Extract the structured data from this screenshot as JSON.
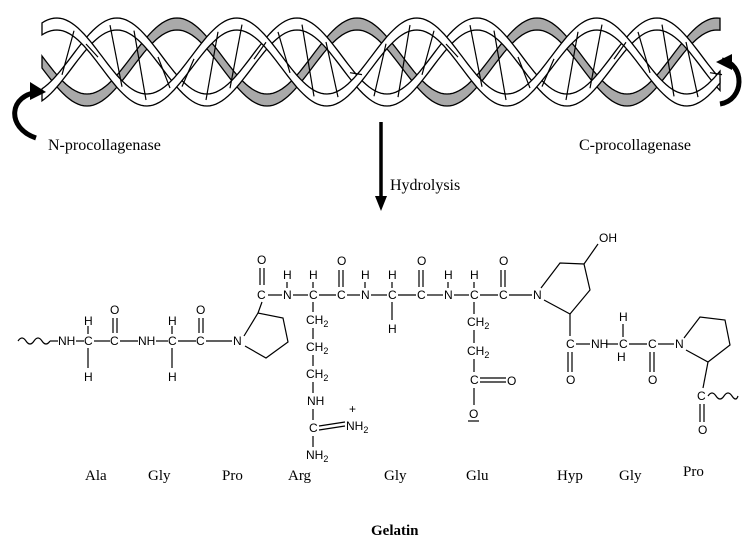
{
  "labels": {
    "n_enzyme": "N-procollagenase",
    "c_enzyme": "C-procollagenase",
    "process": "Hydrolysis",
    "product": "Gelatin"
  },
  "residues": [
    "Ala",
    "Gly",
    "Pro",
    "Arg",
    "Gly",
    "Glu",
    "Hyp",
    "Gly",
    "Pro"
  ],
  "atoms": {
    "nh": "NH",
    "n": "N",
    "h": "H",
    "c": "C",
    "o": "O",
    "ch2": "CH",
    "ch2_sub": "2",
    "oh": "OH",
    "nh2": "NH",
    "nh2_sub": "2",
    "plus": "+",
    "ominus": "O"
  },
  "colors": {
    "strand_gray": "#a9a9a9",
    "strand_white": "#ffffff",
    "ink": "#000000"
  }
}
